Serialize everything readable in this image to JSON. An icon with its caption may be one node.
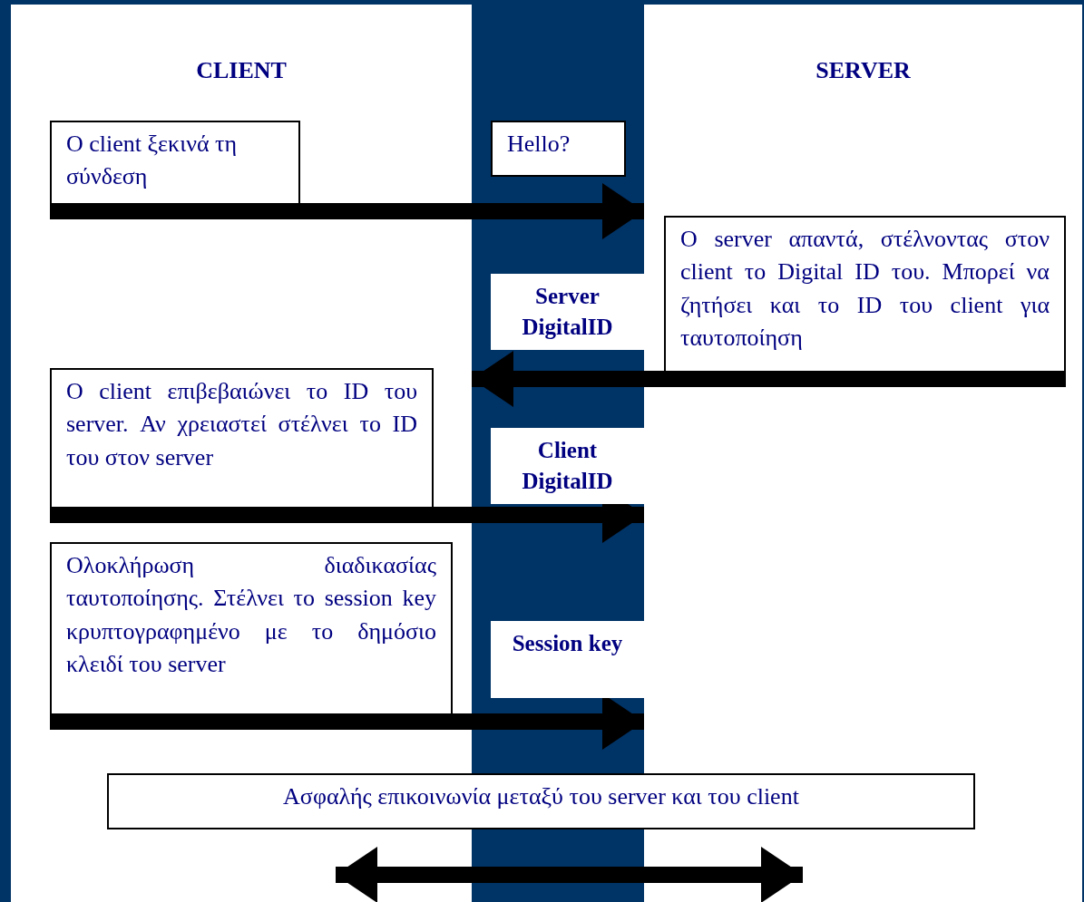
{
  "diagram": {
    "nodes": [
      {
        "text": [
          "CLIENT"
        ]
      },
      {
        "text": [
          "SERVER"
        ]
      },
      {
        "text": [
          "Ο client ξεκινά τη σύνδεση"
        ],
        "in": 0
      },
      {
        "text": [
          "Hello?"
        ]
      },
      {
        "text": [
          "Ο server απαντά, στέλνοντας στον client το Digital ID του. Μπορεί να ζητήσει και το ID του  client για ταυτοποίηση"
        ],
        "in": 1
      },
      {
        "text": [
          "Server DigitalID"
        ]
      },
      {
        "text": [
          "Ο client επιβεβαιώνει το ID του server.  Αν χρειαστεί στέλνει το ID του στον server"
        ],
        "in": 0
      },
      {
        "text": [
          "Client DigitalID"
        ]
      },
      {
        "text": [
          "Ολοκλήρωση διαδικασίας ταυτοποίησης. Στέλνει το session key κρυπτογραφημένο με το δημόσιο κλειδί του server"
        ],
        "in": 0
      },
      {
        "text": [
          "Session key"
        ]
      },
      {
        "text": [
          "Ασφαλής επικοινωνία μεταξύ του server και του client"
        ]
      }
    ],
    "edges": [
      {
        "from": 2,
        "to": 1,
        "arrow": "to"
      },
      {
        "from": 4,
        "to": 0,
        "arrow": "to"
      },
      {
        "from": 6,
        "to": 1,
        "arrow": "to"
      },
      {
        "from": 8,
        "to": 1,
        "arrow": "to"
      },
      {
        "from": 0,
        "to": 1,
        "arrow": "both"
      }
    ]
  }
}
